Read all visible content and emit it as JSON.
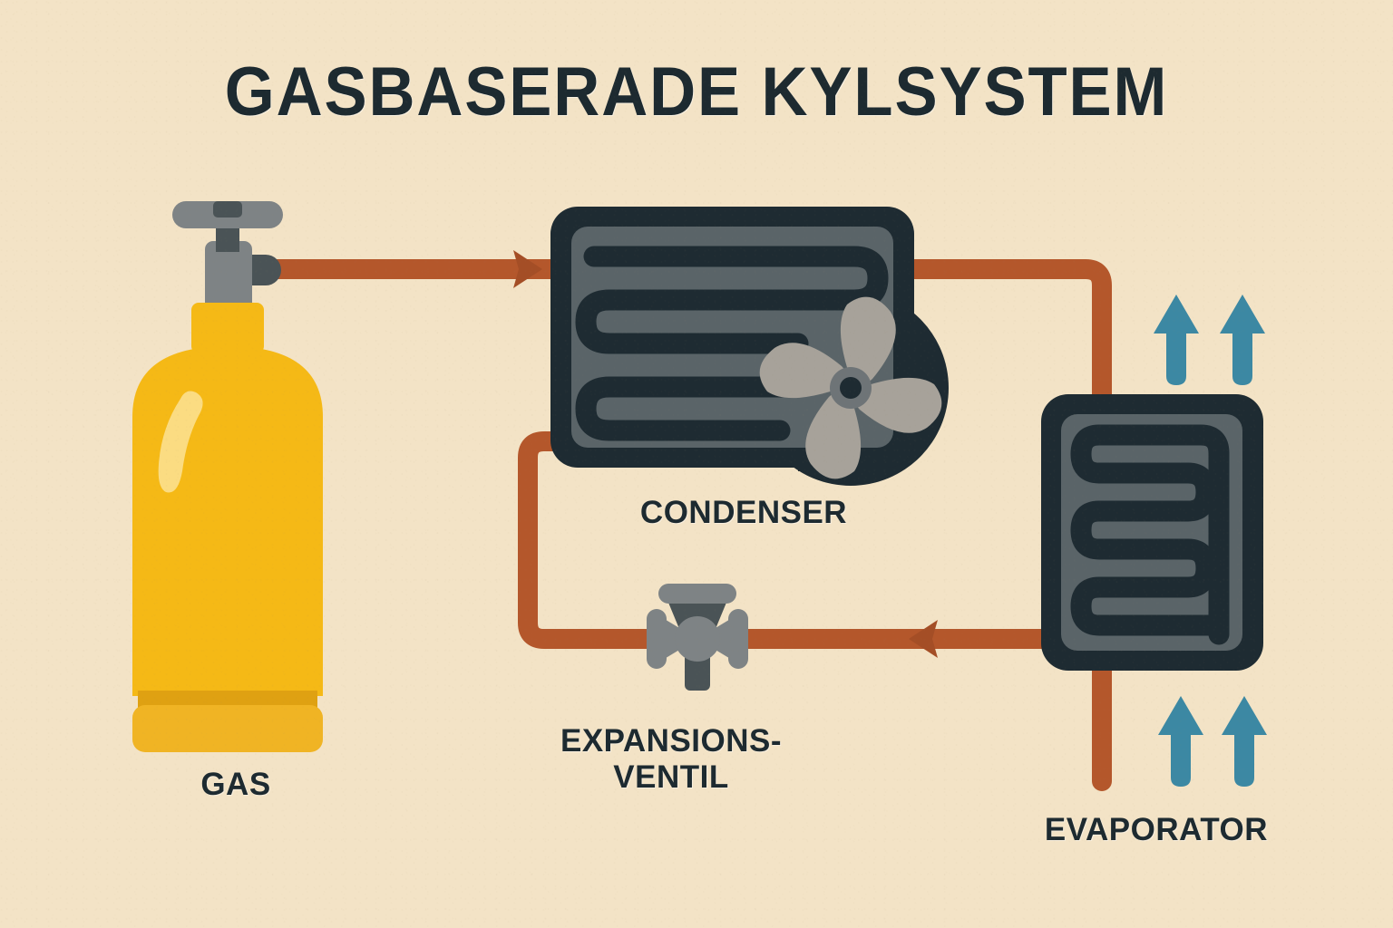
{
  "page": {
    "title": "GASBASERADE KYLSYSTEM",
    "background_color": "#F3E3C6",
    "text_color": "#1D2A30"
  },
  "palette": {
    "background": "#F3E3C6",
    "title_text": "#1D2A30",
    "pipe_copper": "#B4572B",
    "pipe_copper_light": "#C1663A",
    "cylinder_yellow": "#F5B916",
    "cylinder_yellow_dark": "#DFA112",
    "cylinder_highlight": "#FBDE8C",
    "metal_gray": "#7E8385",
    "metal_gray_dark": "#4A5356",
    "unit_dark": "#1E2B32",
    "unit_panel": "#5A6468",
    "fan_blade": "#A7A29A",
    "airflow_blue": "#3C88A3"
  },
  "components": [
    {
      "id": "gas-cylinder",
      "label": "GAS",
      "type": "gas-cylinder",
      "body_color": "#F5B916",
      "valve_color": "#7E8385"
    },
    {
      "id": "condenser",
      "label": "CONDENSER",
      "type": "heat-exchanger-with-fan",
      "body_color": "#1E2B32",
      "panel_color": "#5A6468",
      "fan_blades": 4,
      "fan_blade_color": "#A7A29A"
    },
    {
      "id": "expansion-valve",
      "label": "EXPANSIONS-\nVENTIL",
      "type": "butterfly-valve",
      "body_color": "#7E8385",
      "stem_color": "#4A5356"
    },
    {
      "id": "evaporator",
      "label": "EVAPORATOR",
      "type": "heat-exchanger-coil",
      "body_color": "#1E2B32",
      "panel_color": "#5A6468"
    }
  ],
  "airflow": {
    "color": "#3C88A3",
    "direction": "up",
    "groups": [
      {
        "id": "evaporator-airflow-top",
        "count": 2,
        "position": "above-evaporator"
      },
      {
        "id": "evaporator-airflow-bottom",
        "count": 2,
        "position": "below-evaporator"
      }
    ]
  },
  "flow_arrows": [
    {
      "id": "flow-arrow-gas-to-condenser",
      "direction": "right",
      "on_pipe": "cylinder-to-condenser"
    },
    {
      "id": "flow-arrow-evaporator-to-valve",
      "direction": "left",
      "on_pipe": "evaporator-to-expansion-valve"
    }
  ],
  "pipes": [
    {
      "id": "cylinder-to-condenser",
      "from": "gas-cylinder",
      "to": "condenser",
      "color": "#B4572B"
    },
    {
      "id": "condenser-to-evaporator",
      "from": "condenser",
      "to": "evaporator",
      "color": "#B4572B"
    },
    {
      "id": "evaporator-to-expansion-valve",
      "from": "evaporator",
      "to": "expansion-valve",
      "color": "#B4572B"
    },
    {
      "id": "expansion-valve-to-condenser",
      "from": "expansion-valve",
      "to": "condenser",
      "color": "#B4572B"
    }
  ],
  "labels": {
    "gas": "GAS",
    "condenser": "CONDENSER",
    "expansion_valve": "EXPANSIONS-\nVENTIL",
    "evaporator": "EVAPORATOR"
  }
}
